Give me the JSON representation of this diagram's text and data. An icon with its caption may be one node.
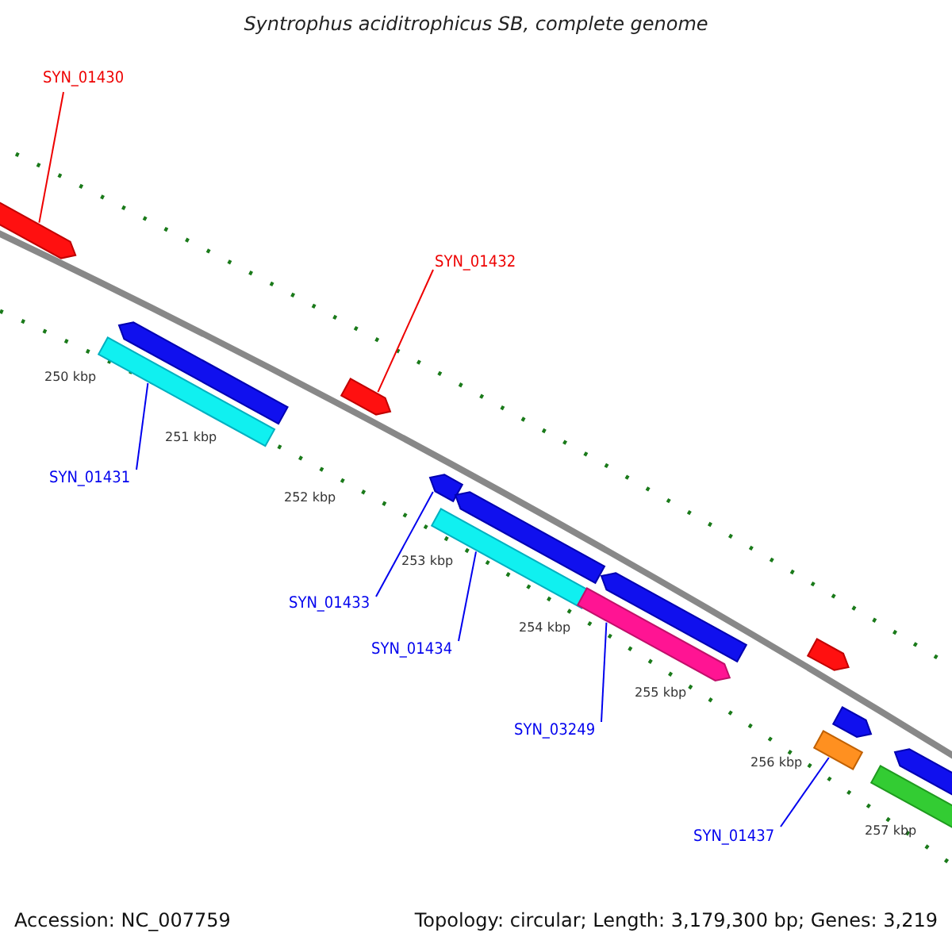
{
  "diagram": {
    "title": "Syntrophus aciditrophicus SB, complete genome",
    "nodes": [
      {
        "text": [
          "SYN_01430"
        ]
      },
      {
        "text": [],
        "shape": "bar"
      },
      {
        "text": [
          "SYN_01432"
        ]
      },
      {
        "text": [],
        "shape": "bar"
      },
      {
        "text": [
          "SYN_01431"
        ]
      },
      {
        "text": [],
        "shape": "bar"
      },
      {
        "text": [
          "SYN_01433"
        ]
      },
      {
        "text": [],
        "shape": "bar"
      },
      {
        "text": [
          "SYN_01434"
        ]
      },
      {
        "text": [],
        "shape": "bar"
      },
      {
        "text": [
          "SYN_03249"
        ]
      },
      {
        "text": [],
        "shape": "bar"
      },
      {
        "text": [
          "SYN_01437"
        ]
      },
      {
        "text": [],
        "shape": "bar"
      },
      {
        "text": [],
        "shape": "bar"
      },
      {
        "text": [],
        "shape": "bar"
      },
      {
        "text": [],
        "shape": "bar"
      },
      {
        "text": [],
        "shape": "bar"
      },
      {
        "text": [],
        "shape": "bar"
      },
      {
        "text": [],
        "shape": "bar"
      },
      {
        "text": [],
        "shape": "bar"
      }
    ],
    "edges": [
      {
        "from": 0,
        "to": 1,
        "arrow": "none",
        "color": "#ee0000"
      },
      {
        "from": 2,
        "to": 3,
        "arrow": "none",
        "color": "#ee0000"
      },
      {
        "from": 4,
        "to": 5,
        "arrow": "none"
      },
      {
        "from": 6,
        "to": 7,
        "arrow": "none"
      },
      {
        "from": 8,
        "to": 9,
        "arrow": "none"
      },
      {
        "from": 10,
        "to": 11,
        "arrow": "none"
      },
      {
        "from": 12,
        "to": 13,
        "arrow": "none"
      }
    ],
    "labels": [
      "250 kbp",
      "251 kbp",
      "252 kbp",
      "253 kbp",
      "254 kbp",
      "255 kbp",
      "256 kbp",
      "257 kbp",
      "Accession: NC_007759",
      "Topology: circular; Length: 3,179,300 bp; Genes: 3,219"
    ]
  }
}
